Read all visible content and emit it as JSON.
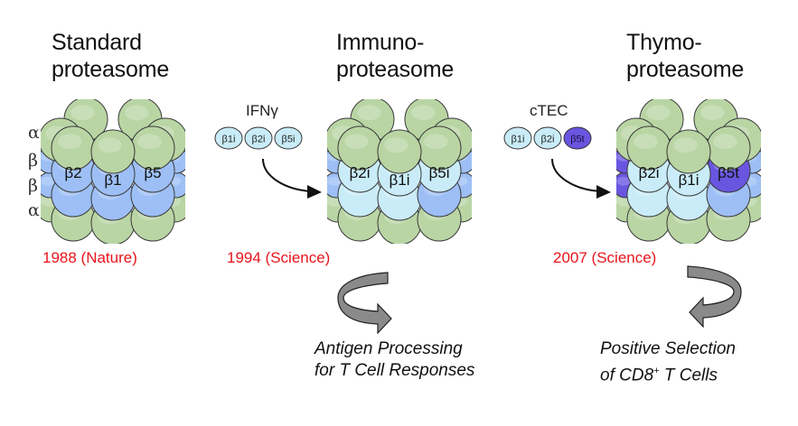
{
  "panels": [
    {
      "id": "standard",
      "title_line1": "Standard",
      "title_line2": "proteasome",
      "citation": "1988 (Nature)",
      "layer_labels": [
        "α",
        "β",
        "β",
        "α"
      ],
      "subunit_labels": [
        "β2",
        "β1",
        "β5"
      ],
      "stimulus": null,
      "free_subunits": [],
      "beta_colors": {
        "front": [
          "#9dbff5",
          "#9dbff5",
          "#9dbff5"
        ],
        "front_lower": [
          "#9dbff5",
          "#9dbff5",
          "#9dbff5"
        ],
        "side_left": "#9dbff5",
        "side_right": "#9dbff5"
      }
    },
    {
      "id": "immuno",
      "title_line1": "Immuno-",
      "title_line2": "proteasome",
      "citation": "1994 (Science)",
      "subunit_labels": [
        "β2i",
        "β1i",
        "β5i"
      ],
      "stimulus": "IFNγ",
      "free_subunits": [
        {
          "label": "β1i",
          "color": "#c9ecf8"
        },
        {
          "label": "β2i",
          "color": "#c9ecf8"
        },
        {
          "label": "β5i",
          "color": "#c9ecf8"
        }
      ],
      "beta_colors": {
        "front": [
          "#c9ecf8",
          "#c9ecf8",
          "#c9ecf8"
        ],
        "front_lower": [
          "#c9ecf8",
          "#c9ecf8",
          "#9dbff5"
        ],
        "side_left": "#9dbff5",
        "side_right": "#9dbff5"
      },
      "outcome_line1": "Antigen Processing",
      "outcome_line2": "for T Cell Responses"
    },
    {
      "id": "thymo",
      "title_line1": "Thymo-",
      "title_line2": "proteasome",
      "citation": "2007 (Science)",
      "subunit_labels": [
        "β2i",
        "β1i",
        "β5t"
      ],
      "stimulus": "cTEC",
      "free_subunits": [
        {
          "label": "β1i",
          "color": "#c9ecf8"
        },
        {
          "label": "β2i",
          "color": "#c9ecf8"
        },
        {
          "label": "β5t",
          "color": "#6a55e0"
        }
      ],
      "beta_colors": {
        "front": [
          "#c9ecf8",
          "#c9ecf8",
          "#6a55e0"
        ],
        "front_lower": [
          "#c9ecf8",
          "#c9ecf8",
          "#9dbff5"
        ],
        "side_left": "#6a55e0",
        "side_right": "#9dbff5"
      },
      "outcome_line1": "Positive Selection",
      "outcome_line2_pre": "of CD8",
      "outcome_line2_sup": "+",
      "outcome_line2_post": " T Cells"
    }
  ],
  "colors": {
    "alpha": "#b9d5a4",
    "outline": "#3a3a3a",
    "citation": "#e8141b",
    "curved_arrow": "#8a8a8a"
  }
}
